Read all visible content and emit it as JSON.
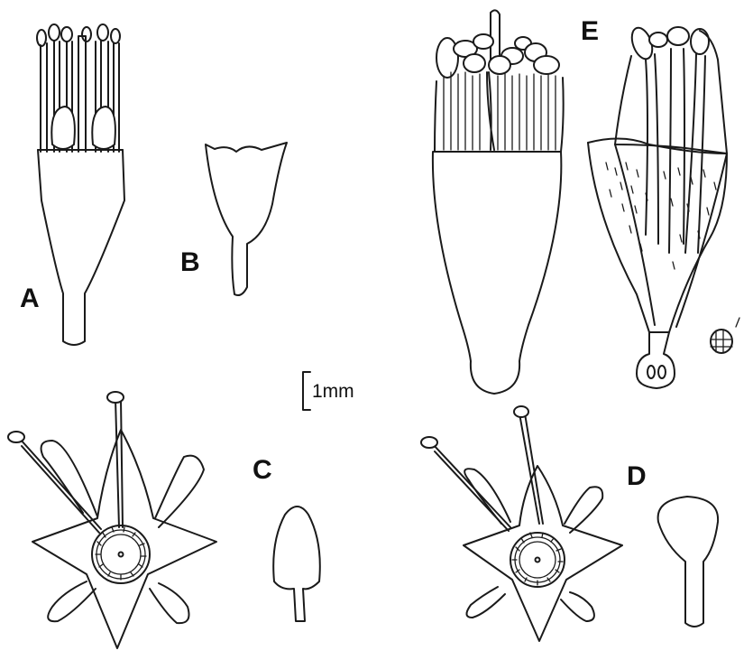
{
  "figure": {
    "labels": {
      "a": "A",
      "b": "B",
      "c": "C",
      "d": "D",
      "e": "E"
    },
    "scale_bar": "1mm"
  }
}
